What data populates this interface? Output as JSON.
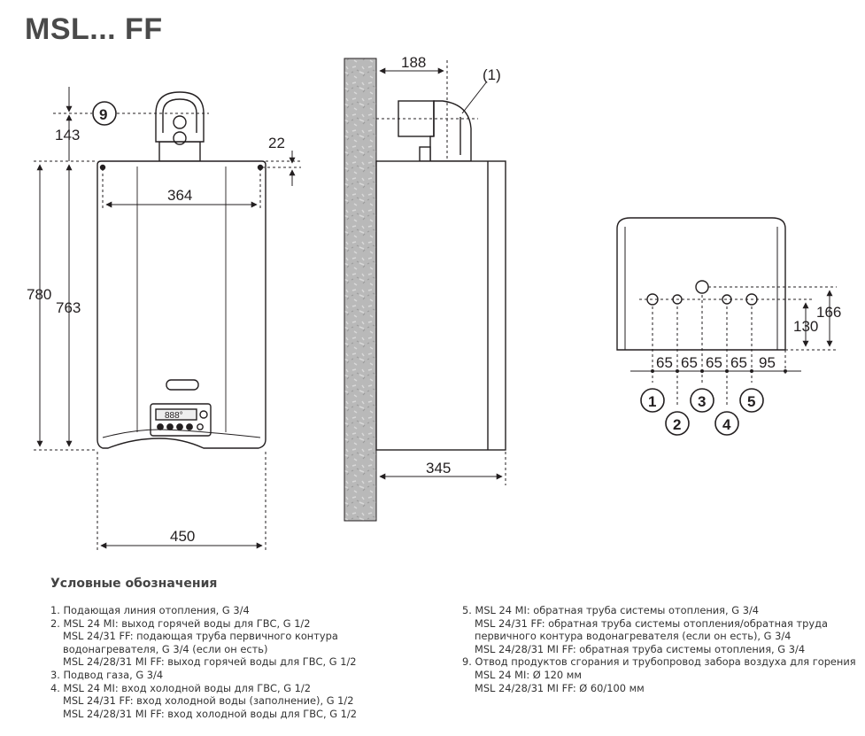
{
  "title": "MSL... FF",
  "front_view": {
    "dim_143": "143",
    "dim_22": "22",
    "dim_364": "364",
    "dim_780": "780",
    "dim_763": "763",
    "dim_450": "450",
    "callout_9": "9",
    "display_text": "888°"
  },
  "side_view": {
    "dim_188": "188",
    "dim_345": "345",
    "callout_1": "(1)"
  },
  "bottom_view": {
    "spacings": [
      "65",
      "65",
      "65",
      "65",
      "95"
    ],
    "dim_130": "130",
    "dim_166": "166",
    "callouts": [
      "1",
      "2",
      "3",
      "4",
      "5"
    ]
  },
  "legend": {
    "title": "Условные обозначения",
    "left": [
      "1. Подающая линия отопления, G 3/4",
      "2. MSL 24 MI: выход горячей воды для ГВС, G 1/2",
      "MSL 24/31 FF: подающая труба первичного контура",
      "водонагревателя, G 3/4 (если он есть)",
      "MSL 24/28/31 MI FF: выход горячей воды для ГВС, G 1/2",
      "3. Подвод газа, G 3/4",
      "4. MSL 24 MI: вход холодной воды для ГВС, G 1/2",
      "MSL 24/31 FF: вход холодной воды (заполнение), G 1/2",
      "MSL 24/28/31 MI FF: вход холодной воды для ГВС, G 1/2"
    ],
    "right": [
      "5. MSL 24 MI: обратная труба системы отопления, G 3/4",
      "MSL 24/31 FF: обратная труба системы отопления/обратная труда",
      "первичного контура водонагревателя (если он есть), G 3/4",
      "MSL 24/28/31 MI FF: обратная труба системы отопления, G 3/4",
      "9. Отвод продуктов сгорания и трубопровод забора воздуха для горения",
      "MSL 24 MI: Ø 120 мм",
      "MSL 24/28/31 MI FF: Ø 60/100 мм"
    ]
  }
}
